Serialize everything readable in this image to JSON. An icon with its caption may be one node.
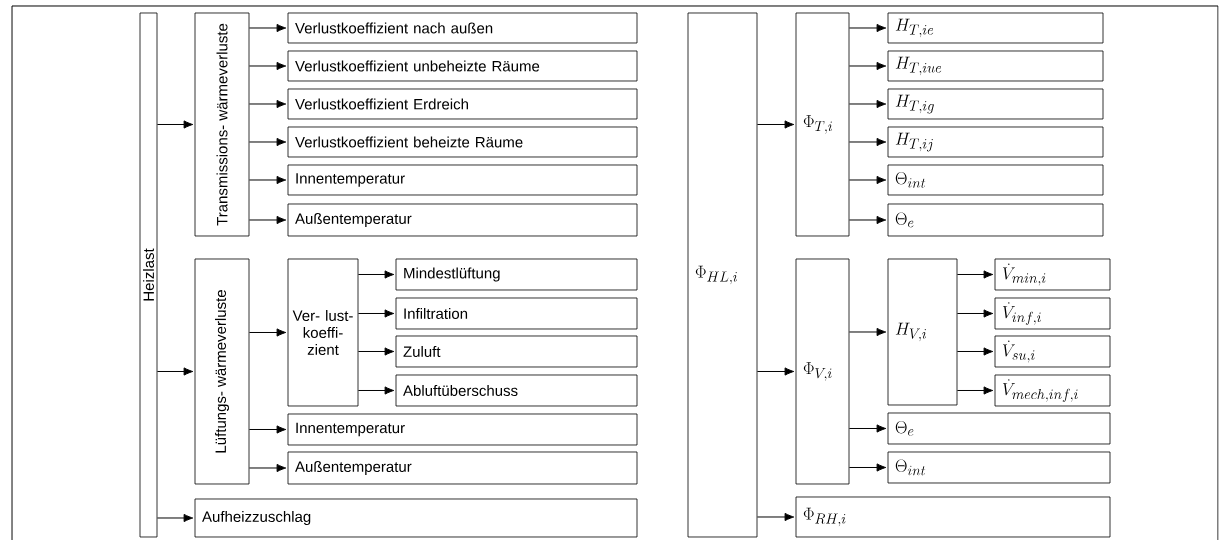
{
  "diagram": {
    "nodes": [
      {
        "text": [
          "Heizlast"
        ]
      },
      {
        "text": [
          "Transmissions- wärmeverluste"
        ]
      },
      {
        "text": [
          "Verlustkoeffizient nach außen"
        ]
      },
      {
        "text": [
          "Verlustkoeffizient unbeheizte Räume"
        ]
      },
      {
        "text": [
          "Verlustkoeffizient Erdreich"
        ]
      },
      {
        "text": [
          "Verlustkoeffizient beheizte Räume"
        ]
      },
      {
        "text": [
          "Innentemperatur"
        ]
      },
      {
        "text": [
          "Außentemperatur"
        ]
      },
      {
        "text": [
          "Lüftungs- wärmeverluste"
        ]
      },
      {
        "text": [
          "Ver- lust- koeffi- zient"
        ]
      },
      {
        "text": [
          "Mindestlüftung"
        ]
      },
      {
        "text": [
          "Infiltration"
        ]
      },
      {
        "text": [
          "Zuluft"
        ]
      },
      {
        "text": [
          "Abluftüberschuss"
        ]
      },
      {
        "text": [
          "Innentemperatur"
        ]
      },
      {
        "text": [
          "Außentemperatur"
        ]
      },
      {
        "text": [
          "Aufheizzuschlag"
        ]
      },
      {
        "text": [
          "\\Phi_{HL,i}"
        ]
      },
      {
        "text": [
          "\\Phi_{T,i}"
        ]
      },
      {
        "text": [
          "H_{T,ie}"
        ]
      },
      {
        "text": [
          "H_{T,iue}"
        ]
      },
      {
        "text": [
          "H_{T,ig}"
        ]
      },
      {
        "text": [
          "H_{T,ij}"
        ]
      },
      {
        "text": [
          "\\Theta_{int}"
        ]
      },
      {
        "text": [
          "\\Theta_{e}"
        ]
      },
      {
        "text": [
          "\\Phi_{V,i}"
        ]
      },
      {
        "text": [
          "H_{V,i}"
        ]
      },
      {
        "text": [
          "\\dot{V}_{min,i}"
        ]
      },
      {
        "text": [
          "\\dot{V}_{inf,i}"
        ]
      },
      {
        "text": [
          "\\dot{V}_{su,i}"
        ]
      },
      {
        "text": [
          "\\dot{V}_{mech,inf,i}"
        ]
      },
      {
        "text": [
          "\\Theta_{e}"
        ]
      },
      {
        "text": [
          "\\Theta_{int}"
        ]
      },
      {
        "text": [
          "\\Phi_{RH,i}"
        ]
      }
    ],
    "edges": [
      {
        "from": 0,
        "to": 1,
        "arrow": "to"
      },
      {
        "from": 0,
        "to": 8,
        "arrow": "to"
      },
      {
        "from": 0,
        "to": 16,
        "arrow": "to"
      },
      {
        "from": 1,
        "to": 2,
        "arrow": "to"
      },
      {
        "from": 1,
        "to": 3,
        "arrow": "to"
      },
      {
        "from": 1,
        "to": 4,
        "arrow": "to"
      },
      {
        "from": 1,
        "to": 5,
        "arrow": "to"
      },
      {
        "from": 1,
        "to": 6,
        "arrow": "to"
      },
      {
        "from": 1,
        "to": 7,
        "arrow": "to"
      },
      {
        "from": 8,
        "to": 9,
        "arrow": "to"
      },
      {
        "from": 8,
        "to": 14,
        "arrow": "to"
      },
      {
        "from": 8,
        "to": 15,
        "arrow": "to"
      },
      {
        "from": 9,
        "to": 10,
        "arrow": "to"
      },
      {
        "from": 9,
        "to": 11,
        "arrow": "to"
      },
      {
        "from": 9,
        "to": 12,
        "arrow": "to"
      },
      {
        "from": 9,
        "to": 13,
        "arrow": "to"
      },
      {
        "from": 17,
        "to": 18,
        "arrow": "to"
      },
      {
        "from": 17,
        "to": 25,
        "arrow": "to"
      },
      {
        "from": 17,
        "to": 33,
        "arrow": "to"
      },
      {
        "from": 18,
        "to": 19,
        "arrow": "to"
      },
      {
        "from": 18,
        "to": 20,
        "arrow": "to"
      },
      {
        "from": 18,
        "to": 21,
        "arrow": "to"
      },
      {
        "from": 18,
        "to": 22,
        "arrow": "to"
      },
      {
        "from": 18,
        "to": 23,
        "arrow": "to"
      },
      {
        "from": 18,
        "to": 24,
        "arrow": "to"
      },
      {
        "from": 25,
        "to": 26,
        "arrow": "to"
      },
      {
        "from": 25,
        "to": 31,
        "arrow": "to"
      },
      {
        "from": 25,
        "to": 32,
        "arrow": "to"
      },
      {
        "from": 26,
        "to": 27,
        "arrow": "to"
      },
      {
        "from": 26,
        "to": 28,
        "arrow": "to"
      },
      {
        "from": 26,
        "to": 29,
        "arrow": "to"
      },
      {
        "from": 26,
        "to": 30,
        "arrow": "to"
      }
    ]
  }
}
